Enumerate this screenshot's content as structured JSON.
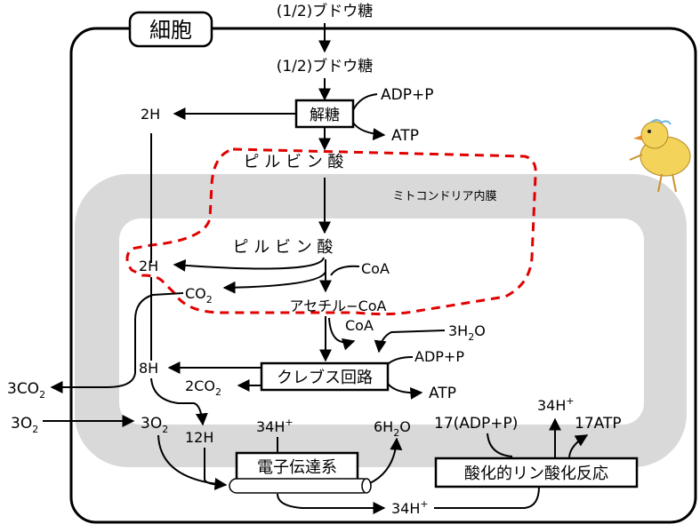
{
  "title": "細胞",
  "membrane_label": "ミトコンドリア内膜",
  "glucose_outside": "(1/2)ブドウ糖",
  "glucose_inside": "(1/2)ブドウ糖",
  "glycolysis": {
    "label": "解糖",
    "adp": "ADP+P",
    "atp": "ATP",
    "h": "2H"
  },
  "pyruvate_cytosol": "ピ ル ビ ン 酸",
  "pyruvate_matrix": "ピ ル ビ ン 酸",
  "link": {
    "h": "2H",
    "coa_in": "CoA",
    "co2": "CO",
    "co2_sub": "2",
    "acetyl": "アセチル−CoA"
  },
  "krebs": {
    "label": "クレブス回路",
    "coa_out": "CoA",
    "water": "3H",
    "water_sub": "2",
    "water_tail": "O",
    "adp": "ADP+P",
    "atp": "ATP",
    "h8": "8H",
    "co2": "2CO",
    "co2_sub": "2"
  },
  "co2_out": {
    "text": "3CO",
    "sub": "2"
  },
  "o2_out": {
    "text": "3O",
    "sub": "2"
  },
  "o2_in": {
    "text": "3O",
    "sub": "2"
  },
  "h12": "12H",
  "etc": {
    "label": "電子伝達系",
    "proton_top": "34H",
    "proton_bottom": "34H",
    "sup": "+",
    "water": "6H",
    "water_sub": "2",
    "water_tail": "O"
  },
  "oxphos": {
    "label": "酸化的リン酸化反応",
    "adp": "17(ADP+P)",
    "proton": "34H",
    "sup": "+",
    "atp": "17ATP"
  },
  "colors": {
    "membrane": "#d9d9d9",
    "dashed": "#e00000",
    "stroke": "#000000"
  },
  "chick_icon": "chick-icon"
}
